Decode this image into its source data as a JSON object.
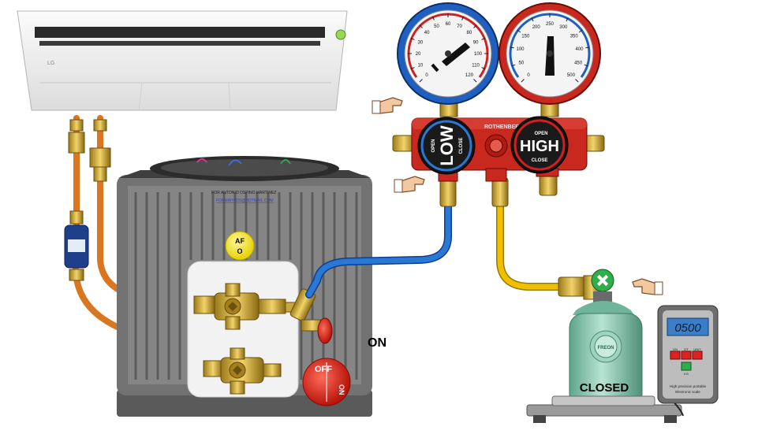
{
  "indoor_unit": {
    "brand": "LG"
  },
  "condenser": {
    "credit_line1": "POR ANTONIO OSPINO MARTINEZ",
    "credit_line2": "FORMAHVOS@HOTMAIL.COM",
    "af_badge": {
      "line1": "AF",
      "line2": "O"
    }
  },
  "manifold": {
    "brand": "ROTHENBERGER",
    "low_label": "LOW",
    "low_open": "OPEN",
    "low_close": "CLOSE",
    "high_label": "HIGH",
    "high_open": "OPEN",
    "high_close": "CLOSE",
    "low_gauge_ticks": [
      "0",
      "10",
      "20",
      "30",
      "40",
      "50",
      "60",
      "70",
      "80",
      "90",
      "100",
      "110",
      "120"
    ],
    "high_gauge_ticks": [
      "0",
      "50",
      "100",
      "150",
      "200",
      "250",
      "300",
      "350",
      "400",
      "450",
      "500"
    ]
  },
  "valve_states": {
    "service_valve_label": "ON",
    "switch_off": "OFF",
    "switch_on": "ON"
  },
  "cylinder": {
    "status": "CLOSED",
    "brand": "FREON"
  },
  "scale": {
    "reading": "0500",
    "caption_line1": "High precision portable",
    "caption_line2": "Electronic scale",
    "buttons": [
      "ON",
      "Z/T",
      "UNIT",
      "KG"
    ]
  },
  "colors": {
    "low_side": "#1e6fd0",
    "high_side": "#d21f1f",
    "manifold_body": "#c8281e",
    "charge_hose": "#e8b400",
    "copper_line": "#d9761f",
    "refrigerant_cylinder": "#8ec9b3"
  }
}
